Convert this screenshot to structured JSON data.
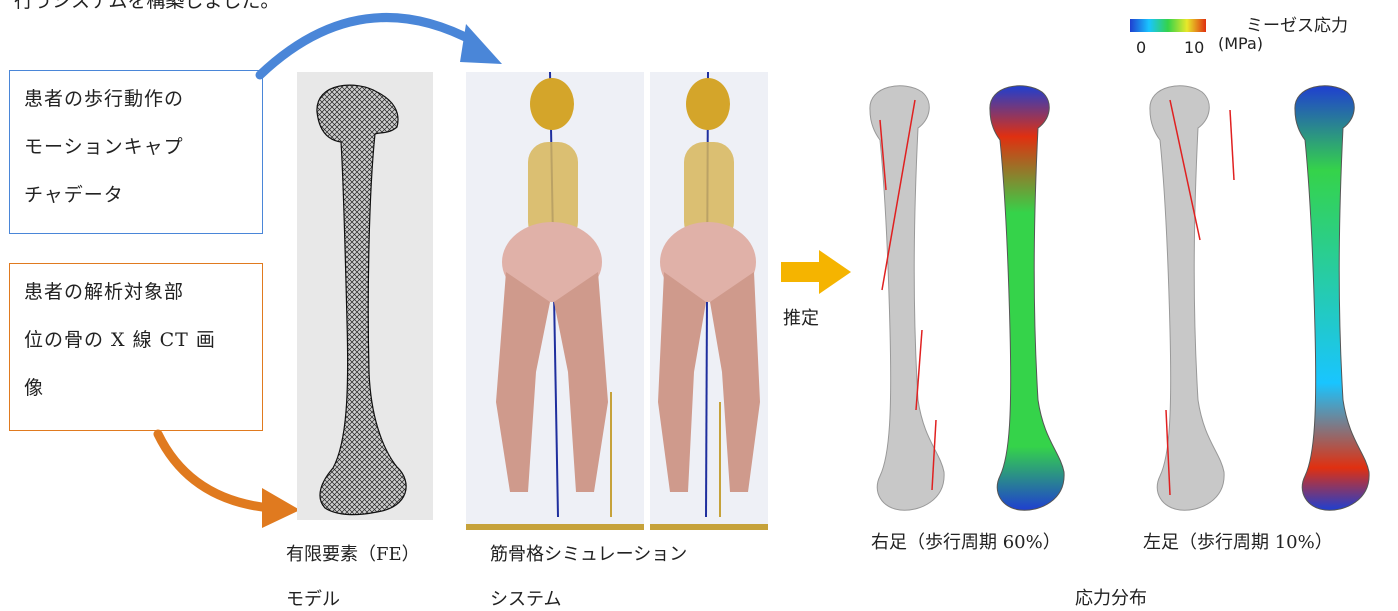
{
  "top_text": "行うシステムを構築しました。",
  "input_box_1": {
    "lines": [
      "患者の歩行動作の",
      "モーションキャプ",
      "チャデータ"
    ]
  },
  "input_box_2": {
    "lines": [
      "患者の解析対象部",
      "位の骨の X 線 CT 画",
      "像"
    ]
  },
  "fe_model_caption": {
    "lines": [
      "有限要素（FE）",
      "モデル"
    ]
  },
  "msk_caption": {
    "lines": [
      "筋骨格シミュレーション",
      "システム"
    ]
  },
  "estimate_label": "推定",
  "legend": {
    "title": "ミーゼス応力",
    "unit": "(MPa)",
    "min": "0",
    "max": "10"
  },
  "right_foot_caption": "右足（歩行周期 60%）",
  "left_foot_caption": "左足（歩行周期 10%）",
  "stress_caption": "応力分布",
  "colors": {
    "blue_arrow": "#4a86d8",
    "orange_arrow": "#e07a1f",
    "estimate_arrow": "#f5b400"
  }
}
